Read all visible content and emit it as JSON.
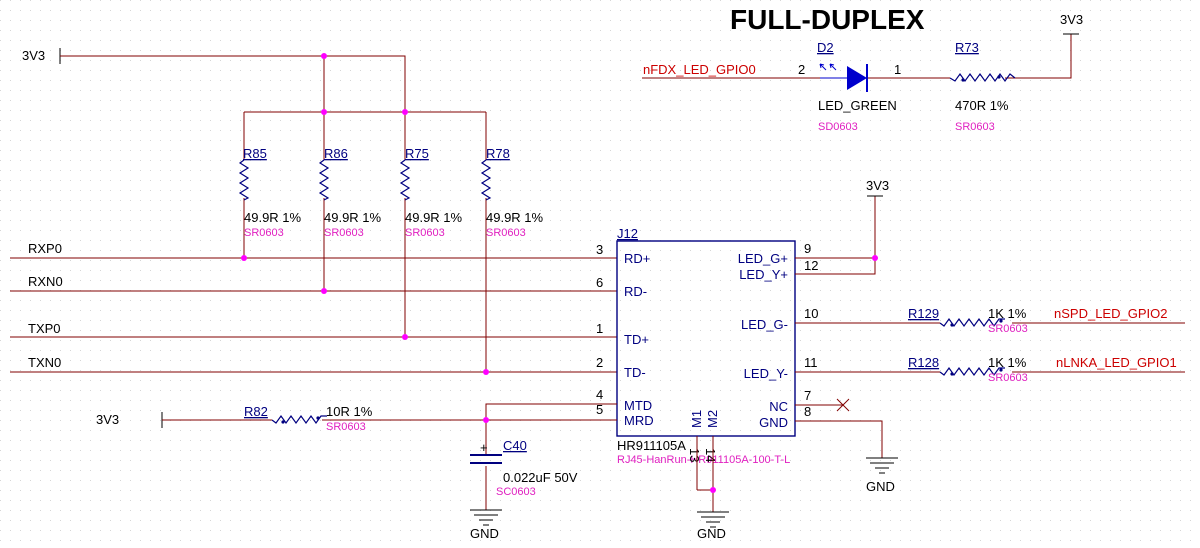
{
  "title": "FULL-DUPLEX",
  "power": {
    "p1": "3V3",
    "p2": "3V3",
    "p3": "3V3",
    "p4": "3V3"
  },
  "ground": {
    "g1": "GND",
    "g2": "GND",
    "g3": "GND"
  },
  "nets": {
    "rxp": "RXP0",
    "rxn": "RXN0",
    "txp": "TXP0",
    "txn": "TXN0",
    "fdx": "nFDX_LED_GPIO0",
    "spd": "nSPD_LED_GPIO2",
    "lnk": "nLNKA_LED_GPIO1"
  },
  "resistors": {
    "r85": {
      "ref": "R85",
      "value": "49.9R 1%",
      "fp": "SR0603"
    },
    "r86": {
      "ref": "R86",
      "value": "49.9R 1%",
      "fp": "SR0603"
    },
    "r75": {
      "ref": "R75",
      "value": "49.9R 1%",
      "fp": "SR0603"
    },
    "r78": {
      "ref": "R78",
      "value": "49.9R 1%",
      "fp": "SR0603"
    },
    "r73": {
      "ref": "R73",
      "value": "470R 1%",
      "fp": "SR0603"
    },
    "r82": {
      "ref": "R82",
      "value": "10R 1%",
      "fp": "SR0603"
    },
    "r129": {
      "ref": "R129",
      "value": "1K 1%",
      "fp": "SR0603"
    },
    "r128": {
      "ref": "R128",
      "value": "1K 1%",
      "fp": "SR0603"
    }
  },
  "diode": {
    "ref": "D2",
    "value": "LED_GREEN",
    "fp": "SD0603",
    "pin_a": "2",
    "pin_k": "1"
  },
  "capacitor": {
    "ref": "C40",
    "value": "0.022uF 50V",
    "fp": "SC0603"
  },
  "connector": {
    "ref": "J12",
    "value": "HR911105A",
    "fp": "RJ45-HanRun-HR911105A-100-T-L",
    "pins": {
      "rdp": {
        "name": "RD+",
        "num": "3"
      },
      "rdn": {
        "name": "RD-",
        "num": "6"
      },
      "tdp": {
        "name": "TD+",
        "num": "1"
      },
      "tdn": {
        "name": "TD-",
        "num": "2"
      },
      "mtd": {
        "name": "MTD",
        "num": "4"
      },
      "mrd": {
        "name": "MRD",
        "num": "5"
      },
      "ledgp": {
        "name": "LED_G+",
        "num": "9"
      },
      "ledyp": {
        "name": "LED_Y+",
        "num": "12"
      },
      "ledgn": {
        "name": "LED_G-",
        "num": "10"
      },
      "ledyn": {
        "name": "LED_Y-",
        "num": "11"
      },
      "nc": {
        "name": "NC",
        "num": "7"
      },
      "gnd": {
        "name": "GND",
        "num": "8"
      },
      "m1": {
        "name": "M1",
        "num": "13"
      },
      "m2": {
        "name": "M2",
        "num": "14"
      }
    }
  }
}
